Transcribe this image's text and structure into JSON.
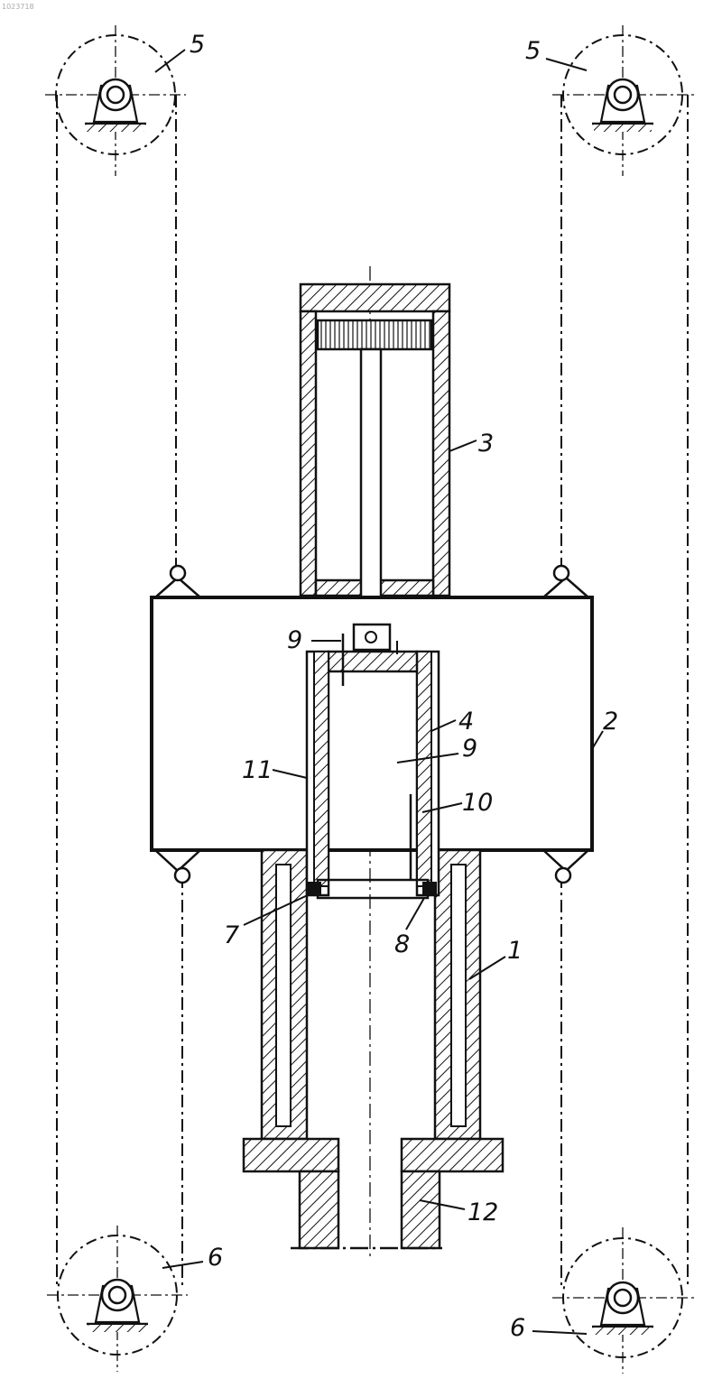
{
  "labels": {
    "l1": "1",
    "l2": "2",
    "l3": "3",
    "l4": "4",
    "l5_left": "5",
    "l5_right": "5",
    "l6_left": "6",
    "l6_right": "6",
    "l7": "7",
    "l8": "8",
    "l9_top": "9",
    "l9_mid": "9",
    "l10": "10",
    "l11": "11",
    "l12": "12"
  },
  "corner_code": "1023718",
  "colors": {
    "ink": "#111111",
    "paper": "#ffffff"
  }
}
